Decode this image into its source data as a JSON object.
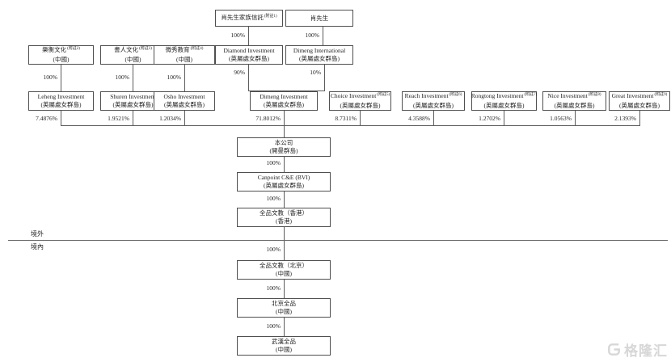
{
  "page": {
    "background": "#ffffff",
    "line_color": "#5c5c5c",
    "text_color": "#1f1f1f"
  },
  "region": {
    "offshore": "境外",
    "onshore": "境內"
  },
  "labels": {
    "pct100": "100%",
    "pct90": "90%",
    "pct10": "10%"
  },
  "watermark": {
    "text": "格隆汇"
  },
  "nodes": {
    "trust": {
      "name": "肖先生家族信託",
      "note": "(附註1)"
    },
    "mr_xiao": {
      "name": "肖先生"
    },
    "leheng_culture": {
      "name": "樂衡文化",
      "note": "(附註2)",
      "place": "(中國)"
    },
    "shuren_culture": {
      "name": "書人文化",
      "note": "(附註3)",
      "place": "(中國)"
    },
    "weixiu_education": {
      "name": "微秀教育",
      "note": "(附註4)",
      "place": "(中國)"
    },
    "diamond": {
      "name": "Diamond Investment",
      "place": "(英屬處女群島)"
    },
    "dimeng_international": {
      "name": "Dimeng International",
      "place": "(英屬處女群島)"
    },
    "leheng": {
      "name": "Leheng Investment",
      "place": "(英屬處女群島)",
      "pct": "7.4876%"
    },
    "shuren": {
      "name": "Shuren Investment",
      "place": "(英屬處女群島)",
      "pct": "1.9521%"
    },
    "osho": {
      "name": "Osho Investment",
      "place": "(英屬處女群島)",
      "pct": "1.2034%"
    },
    "dimeng": {
      "name": "Dimeng Investment",
      "place": "(英屬處女群島)",
      "pct": "71.8012%"
    },
    "choice": {
      "name": "Choice Investment",
      "note": "(附註5)",
      "place": "(英屬處女群島)",
      "pct": "8.7311%"
    },
    "reach": {
      "name": "Reach Investment",
      "note": "(附註6)",
      "place": "(英屬處女群島)",
      "pct": "4.3588%"
    },
    "rongtong": {
      "name": "Rongtong Investment",
      "note": "(附註7)",
      "place": "(英屬處女群島)",
      "pct": "1.2702%"
    },
    "nice": {
      "name": "Nice Investment",
      "note": "(附註8)",
      "place": "(英屬處女群島)",
      "pct": "1.0563%"
    },
    "great": {
      "name": "Great Investment",
      "note": "(附註9)",
      "place": "(英屬處女群島)",
      "pct": "2.1393%"
    },
    "company": {
      "name": "本公司",
      "place": "(開曼群島)"
    },
    "canpoint_bvi": {
      "name": "Canpoint C&E (BVI)",
      "place": "(英屬處女群島)"
    },
    "quanpin_hk": {
      "name": "全品文教（香港）",
      "place": "(香港)"
    },
    "quanpin_beijing": {
      "name": "全品文教（北京）",
      "place": "(中國)"
    },
    "beijing_quanpin": {
      "name": "北京全品",
      "place": "(中國)"
    },
    "wuhan_quanpin": {
      "name": "武漢全品",
      "place": "(中國)"
    }
  }
}
